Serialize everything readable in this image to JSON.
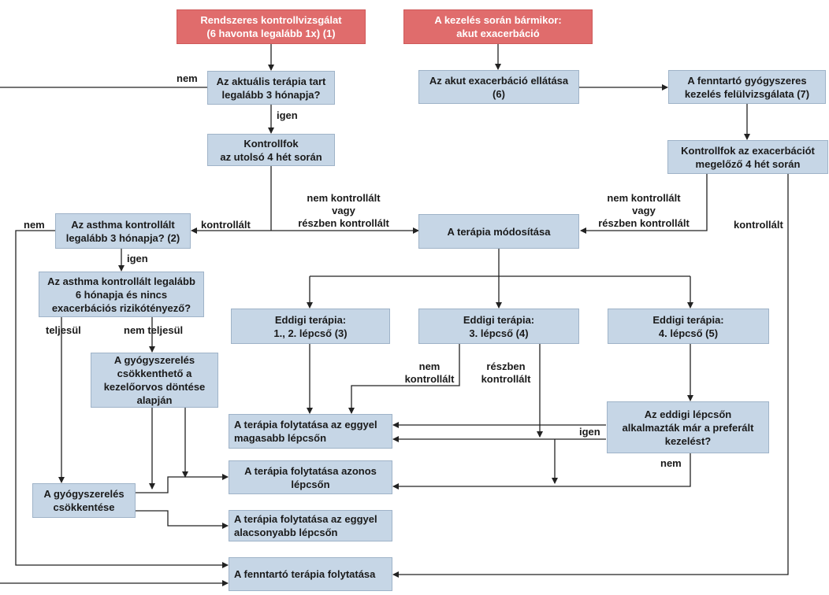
{
  "boxes": {
    "routine_check": "Rendszeres kontrollvizsgálat\n(6 havonta legalább 1x) (1)",
    "acute_anytime": "A kezelés során bármikor:\nakut exacerbáció",
    "therapy_3months": "Az aktuális terápia tart\nlegalább 3 hónapja?",
    "acute_care": "Az akut exacerbáció ellátása\n(6)",
    "maintenance_review": "A fenntartó gyógyszeres\nkezelés felülvizsgálata (7)",
    "control_4weeks": "Kontrollfok\naz utolsó 4 hét során",
    "control_before_exac": "Kontrollfok az exacerbációt\nmegelőző 4 hét során",
    "asthma_controlled_3m": "Az asthma kontrollált\nlegalább 3 hónapja? (2)",
    "therapy_modify": "A terápia módosítása",
    "asthma_controlled_6m": "Az asthma kontrollált legalább\n6 hónapja és nincs\nexacerbációs rizikótényező?",
    "prev_step12": "Eddigi terápia:\n1., 2. lépcső (3)",
    "prev_step3": "Eddigi terápia:\n3. lépcső (4)",
    "prev_step4": "Eddigi terápia:\n4. lépcső (5)",
    "reducible": "A gyógyszerelés\ncsökkenthető a\nkezelőorvos döntése\nalapján",
    "step_up": "A terápia folytatása az eggyel\nmagasabb lépcsőn",
    "preferred_used": "Az eddigi lépcsőn\nalkalmazták már a preferált\nkezelést?",
    "same_step": "A terápia folytatása azonos\nlépcsőn",
    "reduce": "A gyógyszerelés\ncsökkentése",
    "step_down": "A terápia folytatása az eggyel\nalacsonyabb lépcsőn",
    "maintenance_continue": "A fenntartó terápia folytatása"
  },
  "labels": {
    "nem_top": "nem",
    "igen_1": "igen",
    "nem_left": "nem",
    "kontrollalt_1": "kontrollált",
    "nem_kontrollalt_1": "nem kontrollált\nvagy\nrészben kontrollált",
    "nem_kontrollalt_2": "nem kontrollált\nvagy\nrészben kontrollált",
    "kontrollalt_2": "kontrollált",
    "igen_2": "igen",
    "teljesul": "teljesül",
    "nem_teljesul": "nem teljesül",
    "nem_kontrollalt_3": "nem\nkontrollált",
    "reszben_kontrollalt": "részben\nkontrollált",
    "igen_3": "igen",
    "nem_bottom": "nem"
  },
  "colors": {
    "red_box": "#e06c6c",
    "blue_box": "#c6d6e6",
    "line": "#222222"
  }
}
